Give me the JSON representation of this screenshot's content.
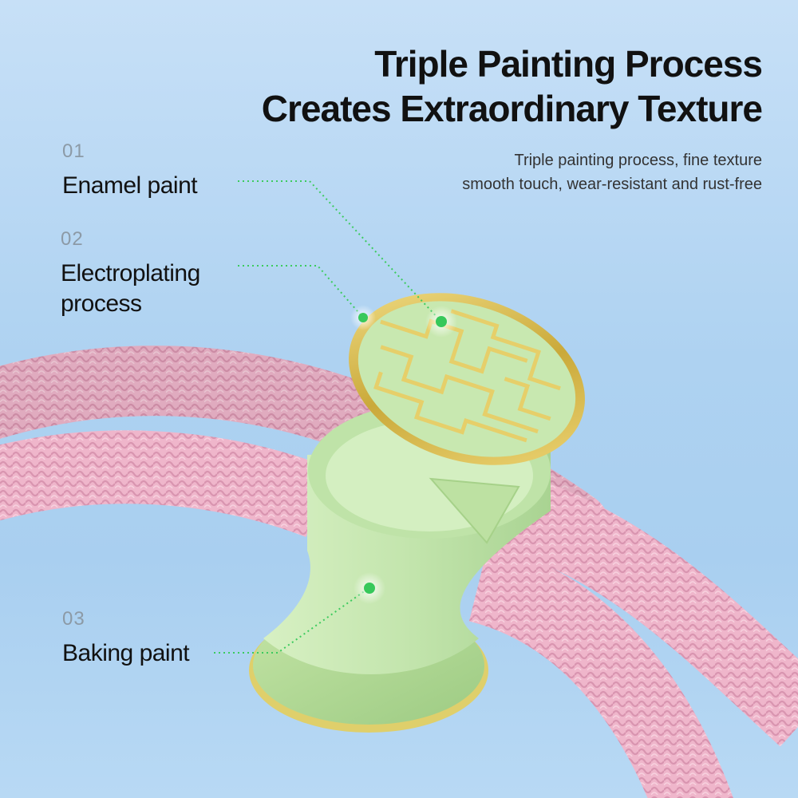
{
  "header": {
    "title_line1": "Triple Painting Process",
    "title_line2": "Creates Extraordinary Texture",
    "subtitle_line1": "Triple painting process, fine texture",
    "subtitle_line2": "smooth touch, wear-resistant and rust-free"
  },
  "callouts": [
    {
      "number": "01",
      "label": "Enamel paint"
    },
    {
      "number": "02",
      "label_line1": "Electroplating",
      "label_line2": "process"
    },
    {
      "number": "03",
      "label": "Baking paint"
    }
  ],
  "colors": {
    "cable_pink": "#eeb2c8",
    "organizer_green": "#c9e8b6",
    "gold_rim": "#d8c25a",
    "marker_green": "#37c85a",
    "sky_blue": "#aed2f1"
  }
}
